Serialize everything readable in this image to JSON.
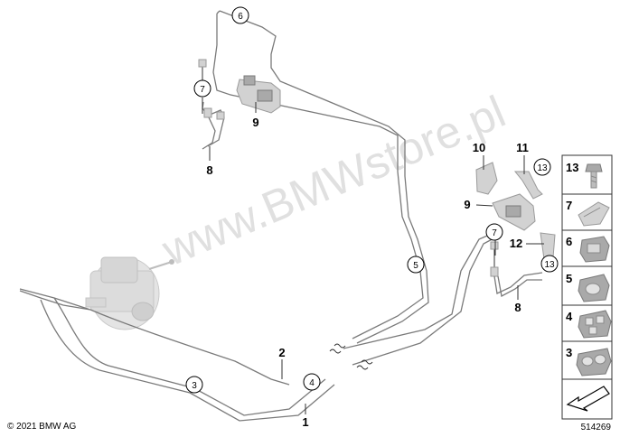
{
  "watermark": "www.BMWstore.pl",
  "copyright": "© 2021 BMW AG",
  "diagram_id": "514269",
  "callouts": {
    "c1": "1",
    "c2": "2",
    "c3": "3",
    "c4": "4",
    "c5": "5",
    "c6": "6",
    "c7a": "7",
    "c7b": "7",
    "c8a": "8",
    "c8b": "8",
    "c9a": "9",
    "c9b": "9",
    "c10": "10",
    "c11": "11",
    "c12": "12",
    "c13a": "13",
    "c13b": "13"
  },
  "side_panel": {
    "items": [
      "13",
      "7",
      "6",
      "5",
      "4",
      "3"
    ]
  }
}
